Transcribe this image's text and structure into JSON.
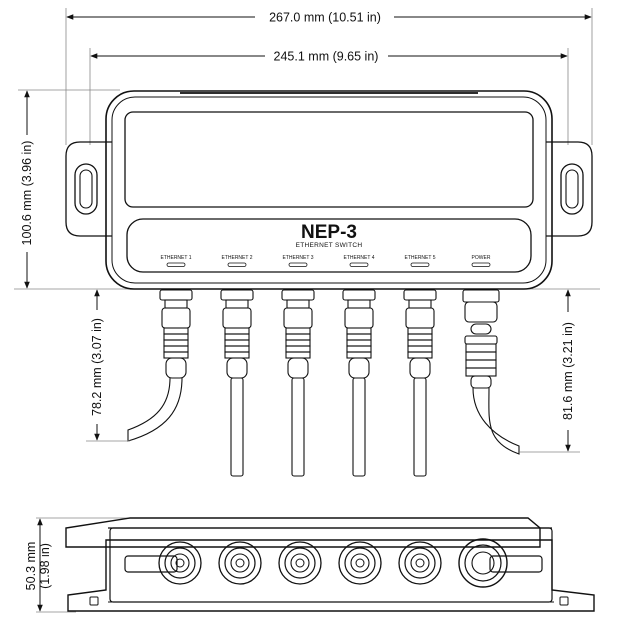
{
  "dimensions": {
    "overall_width": "267.0 mm (10.51 in)",
    "body_width": "245.1 mm (9.65 in)",
    "height": "100.6 mm (3.96 in)",
    "cable_left": "78.2 mm (3.07 in)",
    "cable_right": "81.6 mm (3.21 in)",
    "depth_mm": "50.3 mm",
    "depth_in": "(1.98 in)"
  },
  "device": {
    "model": "NEP-3",
    "subtitle": "ETHERNET SWITCH",
    "ports": [
      "ETHERNET 1",
      "ETHERNET 2",
      "ETHERNET 3",
      "ETHERNET 4",
      "ETHERNET 5",
      "POWER"
    ]
  }
}
